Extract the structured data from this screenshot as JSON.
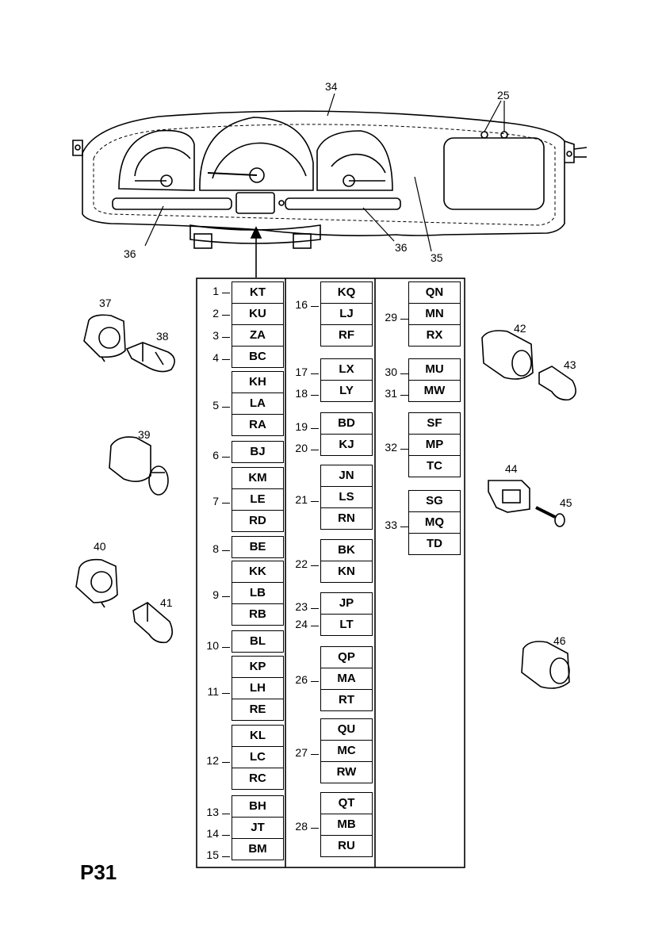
{
  "page_label": "P31",
  "callouts": {
    "c34": "34",
    "c25": "25",
    "c36a": "36",
    "c36b": "36",
    "c35": "35",
    "c37": "37",
    "c38": "38",
    "c39": "39",
    "c40": "40",
    "c41": "41",
    "c42": "42",
    "c43": "43",
    "c44": "44",
    "c45": "45",
    "c46": "46"
  },
  "col1": [
    {
      "nums": [
        "1"
      ],
      "codes": [
        "KT"
      ]
    },
    {
      "nums": [
        "2"
      ],
      "codes": [
        "KU"
      ]
    },
    {
      "nums": [
        "3"
      ],
      "codes": [
        "ZA"
      ]
    },
    {
      "nums": [
        "4"
      ],
      "codes": [
        "BC"
      ]
    },
    {
      "nums": [
        "5"
      ],
      "codes": [
        "KH",
        "LA",
        "RA"
      ]
    },
    {
      "nums": [
        "6"
      ],
      "codes": [
        "BJ"
      ]
    },
    {
      "nums": [
        "7"
      ],
      "codes": [
        "KM",
        "LE",
        "RD"
      ]
    },
    {
      "nums": [
        "8"
      ],
      "codes": [
        "BE"
      ]
    },
    {
      "nums": [
        "9"
      ],
      "codes": [
        "KK",
        "LB",
        "RB"
      ]
    },
    {
      "nums": [
        "10"
      ],
      "codes": [
        "BL"
      ]
    },
    {
      "nums": [
        "11"
      ],
      "codes": [
        "KP",
        "LH",
        "RE"
      ]
    },
    {
      "nums": [
        "12"
      ],
      "codes": [
        "KL",
        "LC",
        "RC"
      ]
    },
    {
      "nums": [
        "13"
      ],
      "codes": [
        "BH"
      ]
    },
    {
      "nums": [
        "14"
      ],
      "codes": [
        "JT"
      ]
    },
    {
      "nums": [
        "15"
      ],
      "codes": [
        "BM"
      ]
    }
  ],
  "col2": [
    {
      "nums": [
        "16"
      ],
      "codes": [
        "KQ",
        "LJ",
        "RF"
      ]
    },
    {
      "nums": [
        "17"
      ],
      "codes": [
        "LX"
      ]
    },
    {
      "nums": [
        "18"
      ],
      "codes": [
        "LY"
      ]
    },
    {
      "nums": [
        "19"
      ],
      "codes": [
        "BD"
      ]
    },
    {
      "nums": [
        "20"
      ],
      "codes": [
        "KJ"
      ]
    },
    {
      "nums": [
        "21"
      ],
      "codes": [
        "JN",
        "LS",
        "RN"
      ]
    },
    {
      "nums": [
        "22"
      ],
      "codes": [
        "BK",
        "KN"
      ]
    },
    {
      "nums": [
        "23"
      ],
      "codes": [
        "JP"
      ]
    },
    {
      "nums": [
        "24"
      ],
      "codes": [
        "LT"
      ]
    },
    {
      "nums": [
        "26"
      ],
      "codes": [
        "QP",
        "MA",
        "RT"
      ]
    },
    {
      "nums": [
        "27"
      ],
      "codes": [
        "QU",
        "MC",
        "RW"
      ]
    },
    {
      "nums": [
        "28"
      ],
      "codes": [
        "QT",
        "MB",
        "RU"
      ]
    }
  ],
  "col3": [
    {
      "nums": [
        "29"
      ],
      "codes": [
        "QN",
        "MN",
        "RX"
      ]
    },
    {
      "nums": [
        "30"
      ],
      "codes": [
        "MU"
      ]
    },
    {
      "nums": [
        "31"
      ],
      "codes": [
        "MW"
      ]
    },
    {
      "nums": [
        "32"
      ],
      "codes": [
        "SF",
        "MP",
        "TC"
      ]
    },
    {
      "nums": [
        "33"
      ],
      "codes": [
        "SG",
        "MQ",
        "TD"
      ]
    }
  ]
}
